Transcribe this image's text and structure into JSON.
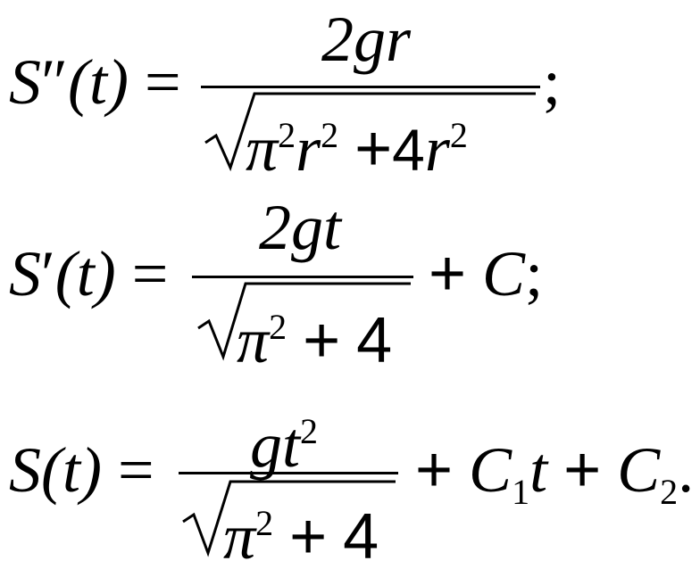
{
  "equations": [
    {
      "lhs": {
        "fn": "S",
        "prime": "″",
        "arg": "(t)",
        "eq": "="
      },
      "numerator": "2gr",
      "denominator": {
        "a": "π",
        "a_exp": "2",
        "b": "r",
        "b_exp": "2",
        "op": "+",
        "c": "4r",
        "c_exp": "2"
      },
      "tail": ";"
    },
    {
      "lhs": {
        "fn": "S",
        "prime": "′",
        "arg": "(t)",
        "eq": "="
      },
      "numerator": "2gt",
      "denominator": {
        "a": "π",
        "a_exp": "2",
        "op": "+",
        "c": "4"
      },
      "tail": {
        "op": "+",
        "term": "C",
        "end": ";"
      }
    },
    {
      "lhs": {
        "fn": "S",
        "arg": "(t)",
        "eq": "="
      },
      "numerator": {
        "base": "gt",
        "exp": "2"
      },
      "denominator": {
        "a": "π",
        "a_exp": "2",
        "op": "+",
        "c": "4"
      },
      "tail": {
        "op1": "+",
        "t1": "C",
        "t1_sub": "1",
        "t1_var": "t",
        "op2": "+",
        "t2": "C",
        "t2_sub": "2",
        "end": "."
      }
    }
  ]
}
